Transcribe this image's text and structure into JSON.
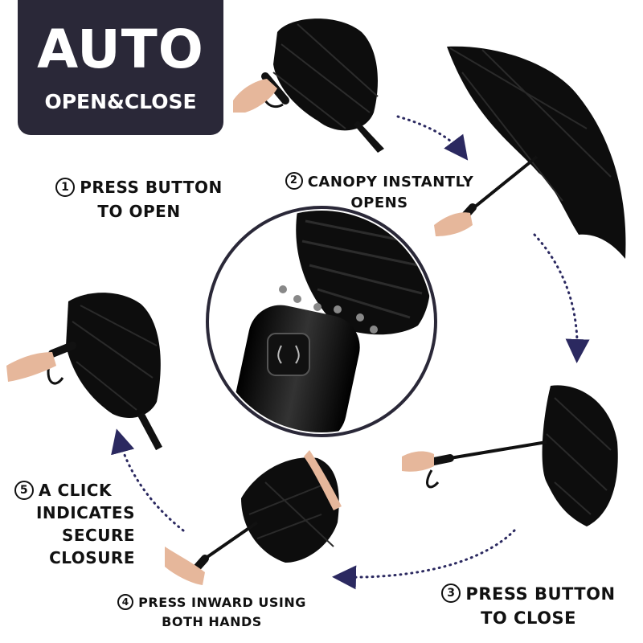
{
  "badge": {
    "title": "AUTO",
    "subtitle": "OPEN&CLOSE"
  },
  "steps": [
    {
      "number": "1",
      "lines": [
        "PRESS BUTTON",
        "TO OPEN"
      ]
    },
    {
      "number": "2",
      "lines": [
        "CANOPY INSTANTLY",
        "OPENS"
      ]
    },
    {
      "number": "3",
      "lines": [
        "PRESS BUTTON",
        "TO CLOSE"
      ]
    },
    {
      "number": "4",
      "lines": [
        "PRESS INWARD USING",
        "BOTH HANDS"
      ]
    },
    {
      "number": "5",
      "lines": [
        "A CLICK",
        "INDICATES",
        "SECURE",
        "CLOSURE"
      ]
    }
  ],
  "colors": {
    "badge_bg": "#2a2838",
    "canopy": "#0d0d0d",
    "arrow": "#2b2960",
    "circle_ring": "#2a2838",
    "skin": "#e6b79b"
  },
  "icons": [
    "umbrella-closing-icon",
    "umbrella-open-icon",
    "umbrella-closed-icon",
    "hand-icon",
    "dotted-arrow-icon",
    "auto-button-icon"
  ]
}
